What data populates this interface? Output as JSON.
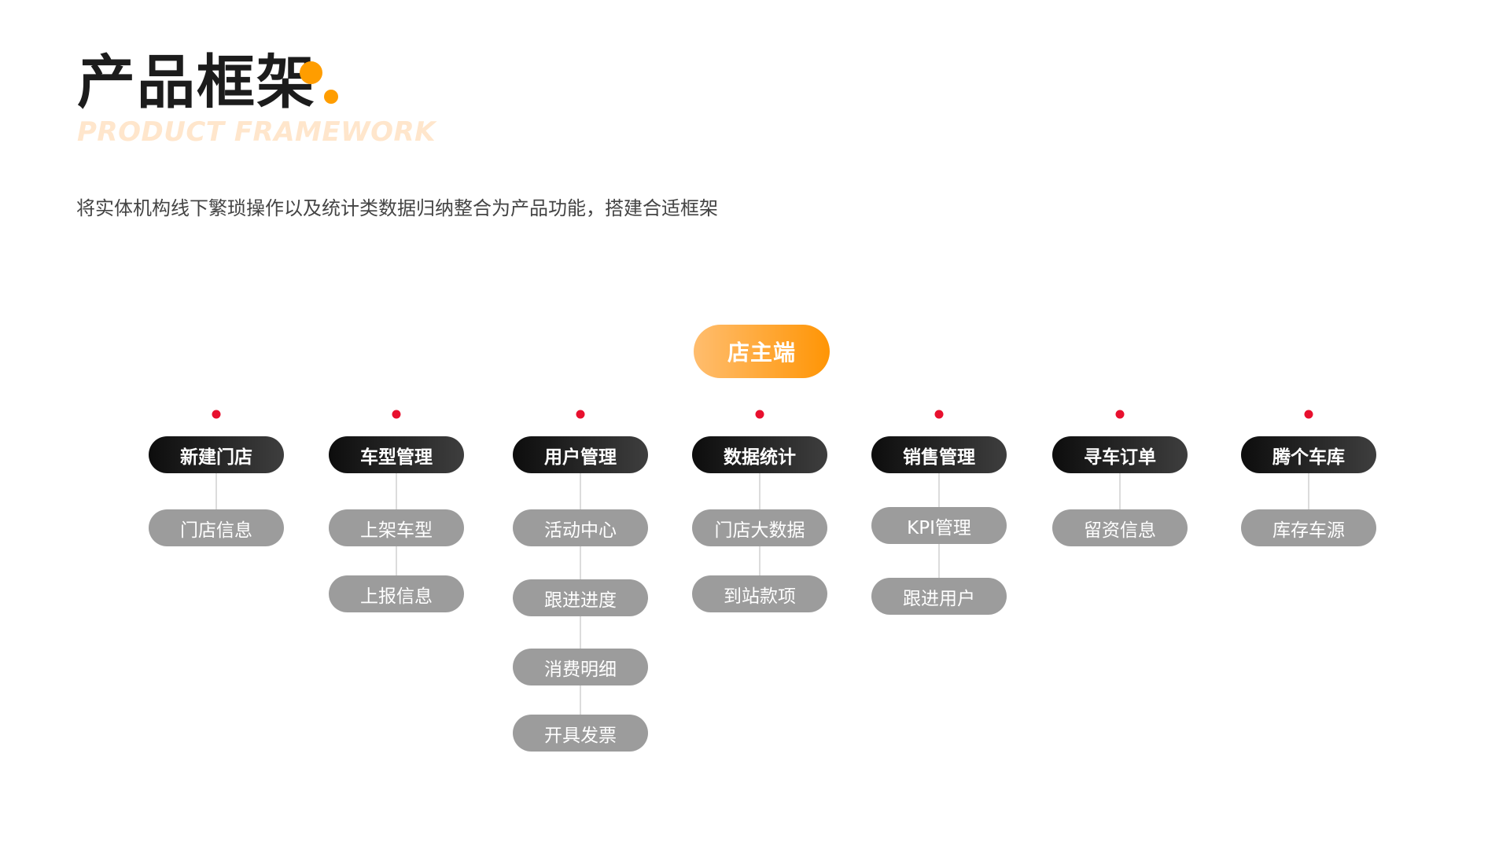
{
  "header": {
    "title": "产品框架",
    "subtitle_en": "PRODUCT FRAMEWORK",
    "description": "将实体机构线下繁琐操作以及统计类数据归纳整合为产品功能，搭建合适框架"
  },
  "colors": {
    "accent_orange": "#ff9d00",
    "category_dot_red": "#e8102e",
    "category_dark": "#1a1a1a",
    "sub_gray": "#9c9c9c"
  },
  "diagram": {
    "root": {
      "label": "店主端"
    },
    "categories": [
      {
        "label": "新建门店",
        "children": [
          "门店信息"
        ]
      },
      {
        "label": "车型管理",
        "children": [
          "上架车型",
          "上报信息"
        ]
      },
      {
        "label": "用户管理",
        "children": [
          "活动中心",
          "跟进进度",
          "消费明细",
          "开具发票"
        ]
      },
      {
        "label": "数据统计",
        "children": [
          "门店大数据",
          "到站款项"
        ]
      },
      {
        "label": "销售管理",
        "children": [
          "KPI管理",
          "跟进用户"
        ]
      },
      {
        "label": "寻车订单",
        "children": [
          "留资信息"
        ]
      },
      {
        "label": "腾个车库",
        "children": [
          "库存车源"
        ]
      }
    ]
  }
}
